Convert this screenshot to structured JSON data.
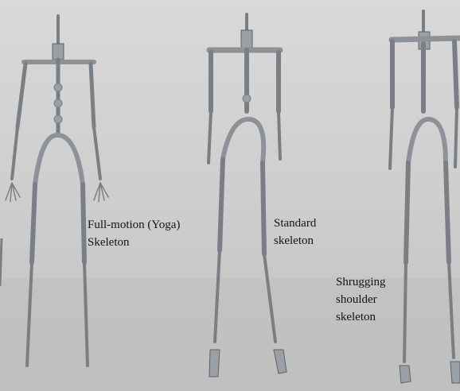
{
  "labels": {
    "yoga": [
      "Full-motion (Yoga)",
      "Skeleton"
    ],
    "standard": [
      "Standard",
      "skeleton"
    ],
    "shrug": [
      "Shrugging",
      "shoulder",
      "skeleton"
    ]
  },
  "colors": {
    "background_top": "#d6d6d6",
    "background_bottom": "#c3c3c3",
    "metal": "#b9bdc2",
    "metal_dark": "#6b7077",
    "label_text": "#141414"
  }
}
